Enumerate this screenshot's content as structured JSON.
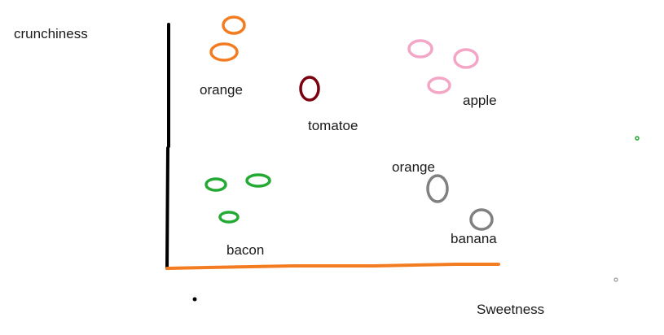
{
  "diagram": {
    "y_axis_label": "crunchiness",
    "x_axis_label": "Sweetness",
    "colors": {
      "y_axis": "#000000",
      "x_axis": "#f47c20",
      "orange_group": "#f47c20",
      "tomato": "#7a0010",
      "apple_group": "#f4a6c6",
      "bacon_group": "#22aa33",
      "gray_group": "#808080",
      "dot_green": "#22aa33",
      "dot_gray": "#999999",
      "dot_black": "#000000"
    },
    "labels": {
      "orange_top": "orange",
      "tomato": "tomatoe",
      "apple": "apple",
      "orange_mid": "orange",
      "bacon": "bacon",
      "banana": "banana"
    }
  }
}
